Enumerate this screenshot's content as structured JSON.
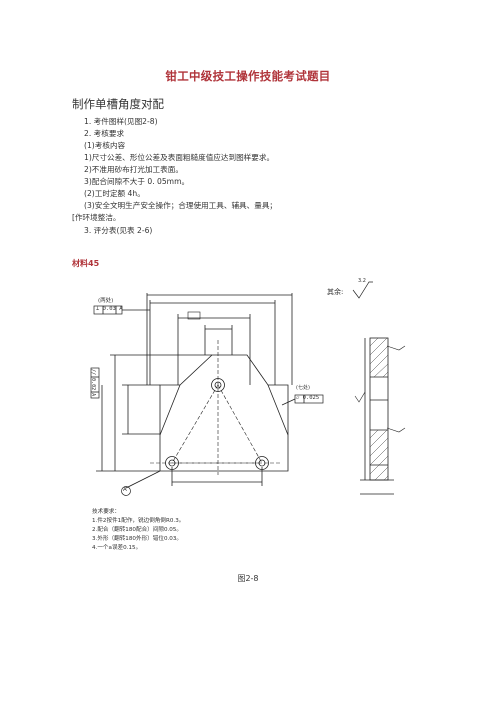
{
  "document": {
    "title": "钳工中级技工操作技能考试题目",
    "heading": "制作单槽角度对配",
    "lines": [
      "1. 考件图样(见图2-8)",
      "2. 考核要求",
      "(1)考核内容",
      "1)尺寸公差、形位公差及表面粗糙度值应达到图样要求。",
      "2)不准用砂布打光加工表面。",
      "3)配合间隙不大于 0. 05mm。",
      "(2)工时定额 4h。",
      "(3)安全文明生产安全操作；合理使用工具、辅具、量具；",
      "[作环境整洁。",
      "3. 评分表(见表 2-6)"
    ],
    "material_label": "材料45",
    "figure_caption": "图2-8"
  },
  "drawing": {
    "tolerance_frame_two_places": [
      "⊥",
      "0.03",
      "A"
    ],
    "parallel_frame": [
      "//",
      "0.02",
      "A"
    ],
    "parallelism_frame_seven": [
      "▱",
      "0.025"
    ],
    "roughness_other_label": "其余:",
    "roughness_other_value": "3.2",
    "roughness_value": "3.2",
    "tech_req": [
      "技术要求：",
      "1.件2按件1配作，锐边倒角倒R0.3。",
      "2.配合（翻转180配合）间隙0.05。",
      "3.外形（翻转180外形）错位0.03。",
      "4.一个a误差0.15。"
    ],
    "datum_label": "A"
  }
}
